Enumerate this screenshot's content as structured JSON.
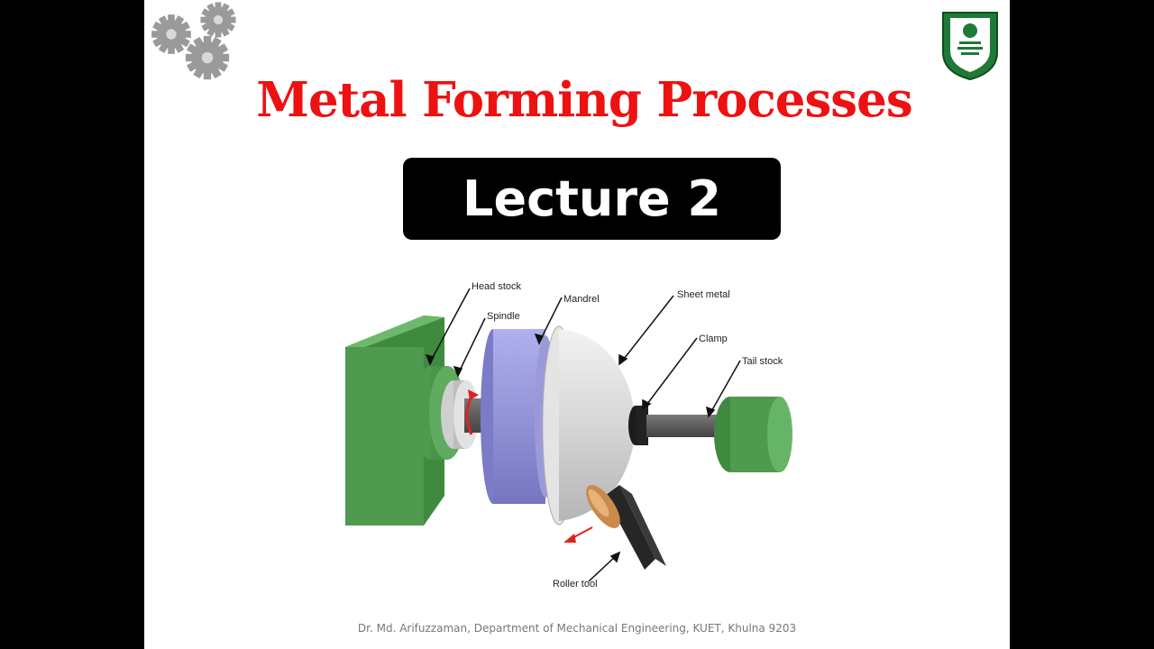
{
  "slide": {
    "title": "Metal Forming Processes",
    "lecture_label": "Lecture 2",
    "footer": "Dr. Md. Arifuzzaman, Department of Mechanical Engineering, KUET, Khulna 9203"
  },
  "diagram": {
    "labels": {
      "head_stock": "Head stock",
      "spindle": "Spindle",
      "mandrel": "Mandrel",
      "sheet_metal": "Sheet metal",
      "clamp": "Clamp",
      "tail_stock": "Tail stock",
      "roller_tool": "Roller tool"
    }
  },
  "colors": {
    "title": "#ee1111",
    "stock_green": "#4f9a4f",
    "mandrel_blue": "#8f8fd8",
    "sheet_grey": "#cfcfcf",
    "rotation_arrow": "#dd2222"
  },
  "icons": [
    "gears-icon",
    "university-logo"
  ]
}
